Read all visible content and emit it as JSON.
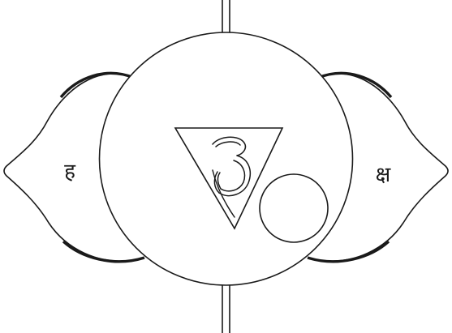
{
  "diagram": {
    "colors": {
      "line": "#1a1a1a",
      "background": "#ffffff"
    },
    "labels": {
      "left_petal": "ह",
      "right_petal": "क्ष"
    },
    "icons": {
      "center_symbol": "om-symbol"
    }
  }
}
